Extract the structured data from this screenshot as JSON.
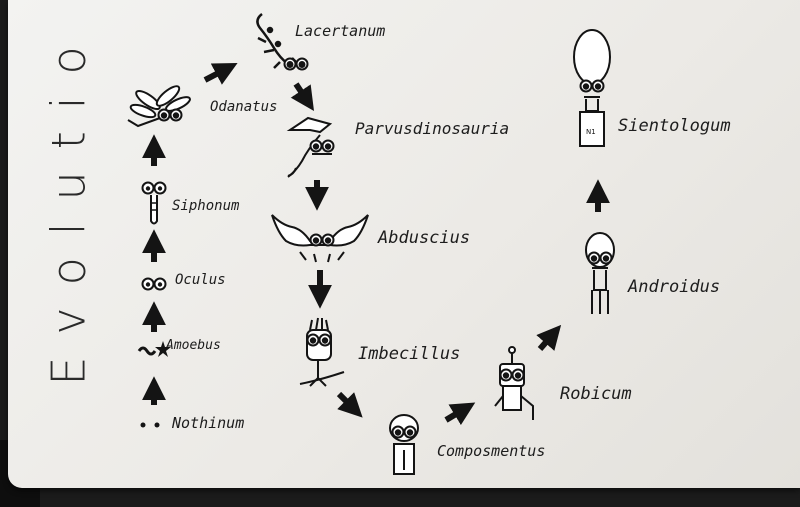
{
  "title": "Evolutio",
  "stages": [
    {
      "label": "Nothinum"
    },
    {
      "label": "Amoebus"
    },
    {
      "label": "Oculus"
    },
    {
      "label": "Siphonum"
    },
    {
      "label": "Odanatus"
    },
    {
      "label": "Lacertanum"
    },
    {
      "label": "Parvusdinosauria"
    },
    {
      "label": "Abduscius"
    },
    {
      "label": "Imbecillus"
    },
    {
      "label": "Composmentus"
    },
    {
      "label": "Robicum"
    },
    {
      "label": "Androidus"
    },
    {
      "label": "Sientologum"
    }
  ],
  "robot_badge": "N1",
  "colors": {
    "ink": "#1d1d1d",
    "paper": "#f1f0ed",
    "background": "#1b1b1b"
  }
}
